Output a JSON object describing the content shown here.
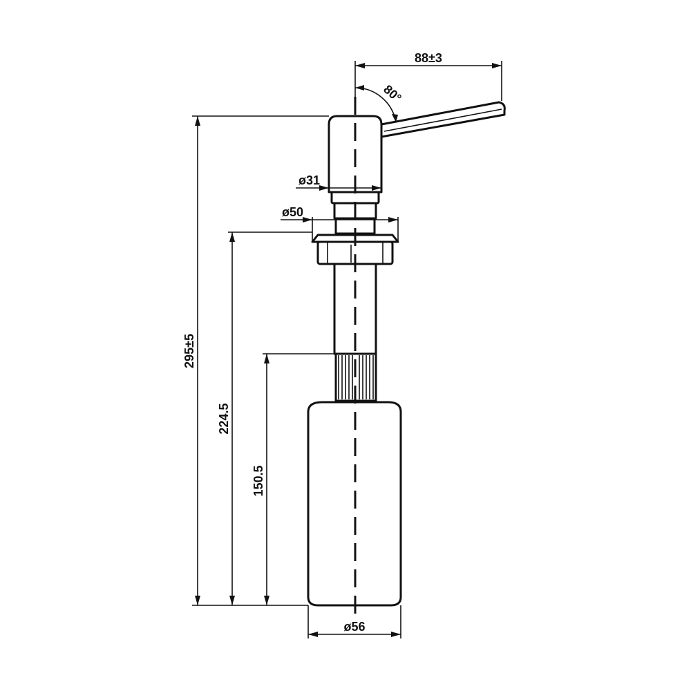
{
  "dimensions": {
    "spout_reach": "88±3",
    "spout_angle": "80°",
    "head_diameter": "ø31",
    "flange_diameter": "ø50",
    "total_height": "295±5",
    "height_below_flange": "224.5",
    "bottle_height": "150.5",
    "bottle_diameter": "ø56"
  },
  "colors": {
    "line": "#111111",
    "background": "#ffffff"
  }
}
